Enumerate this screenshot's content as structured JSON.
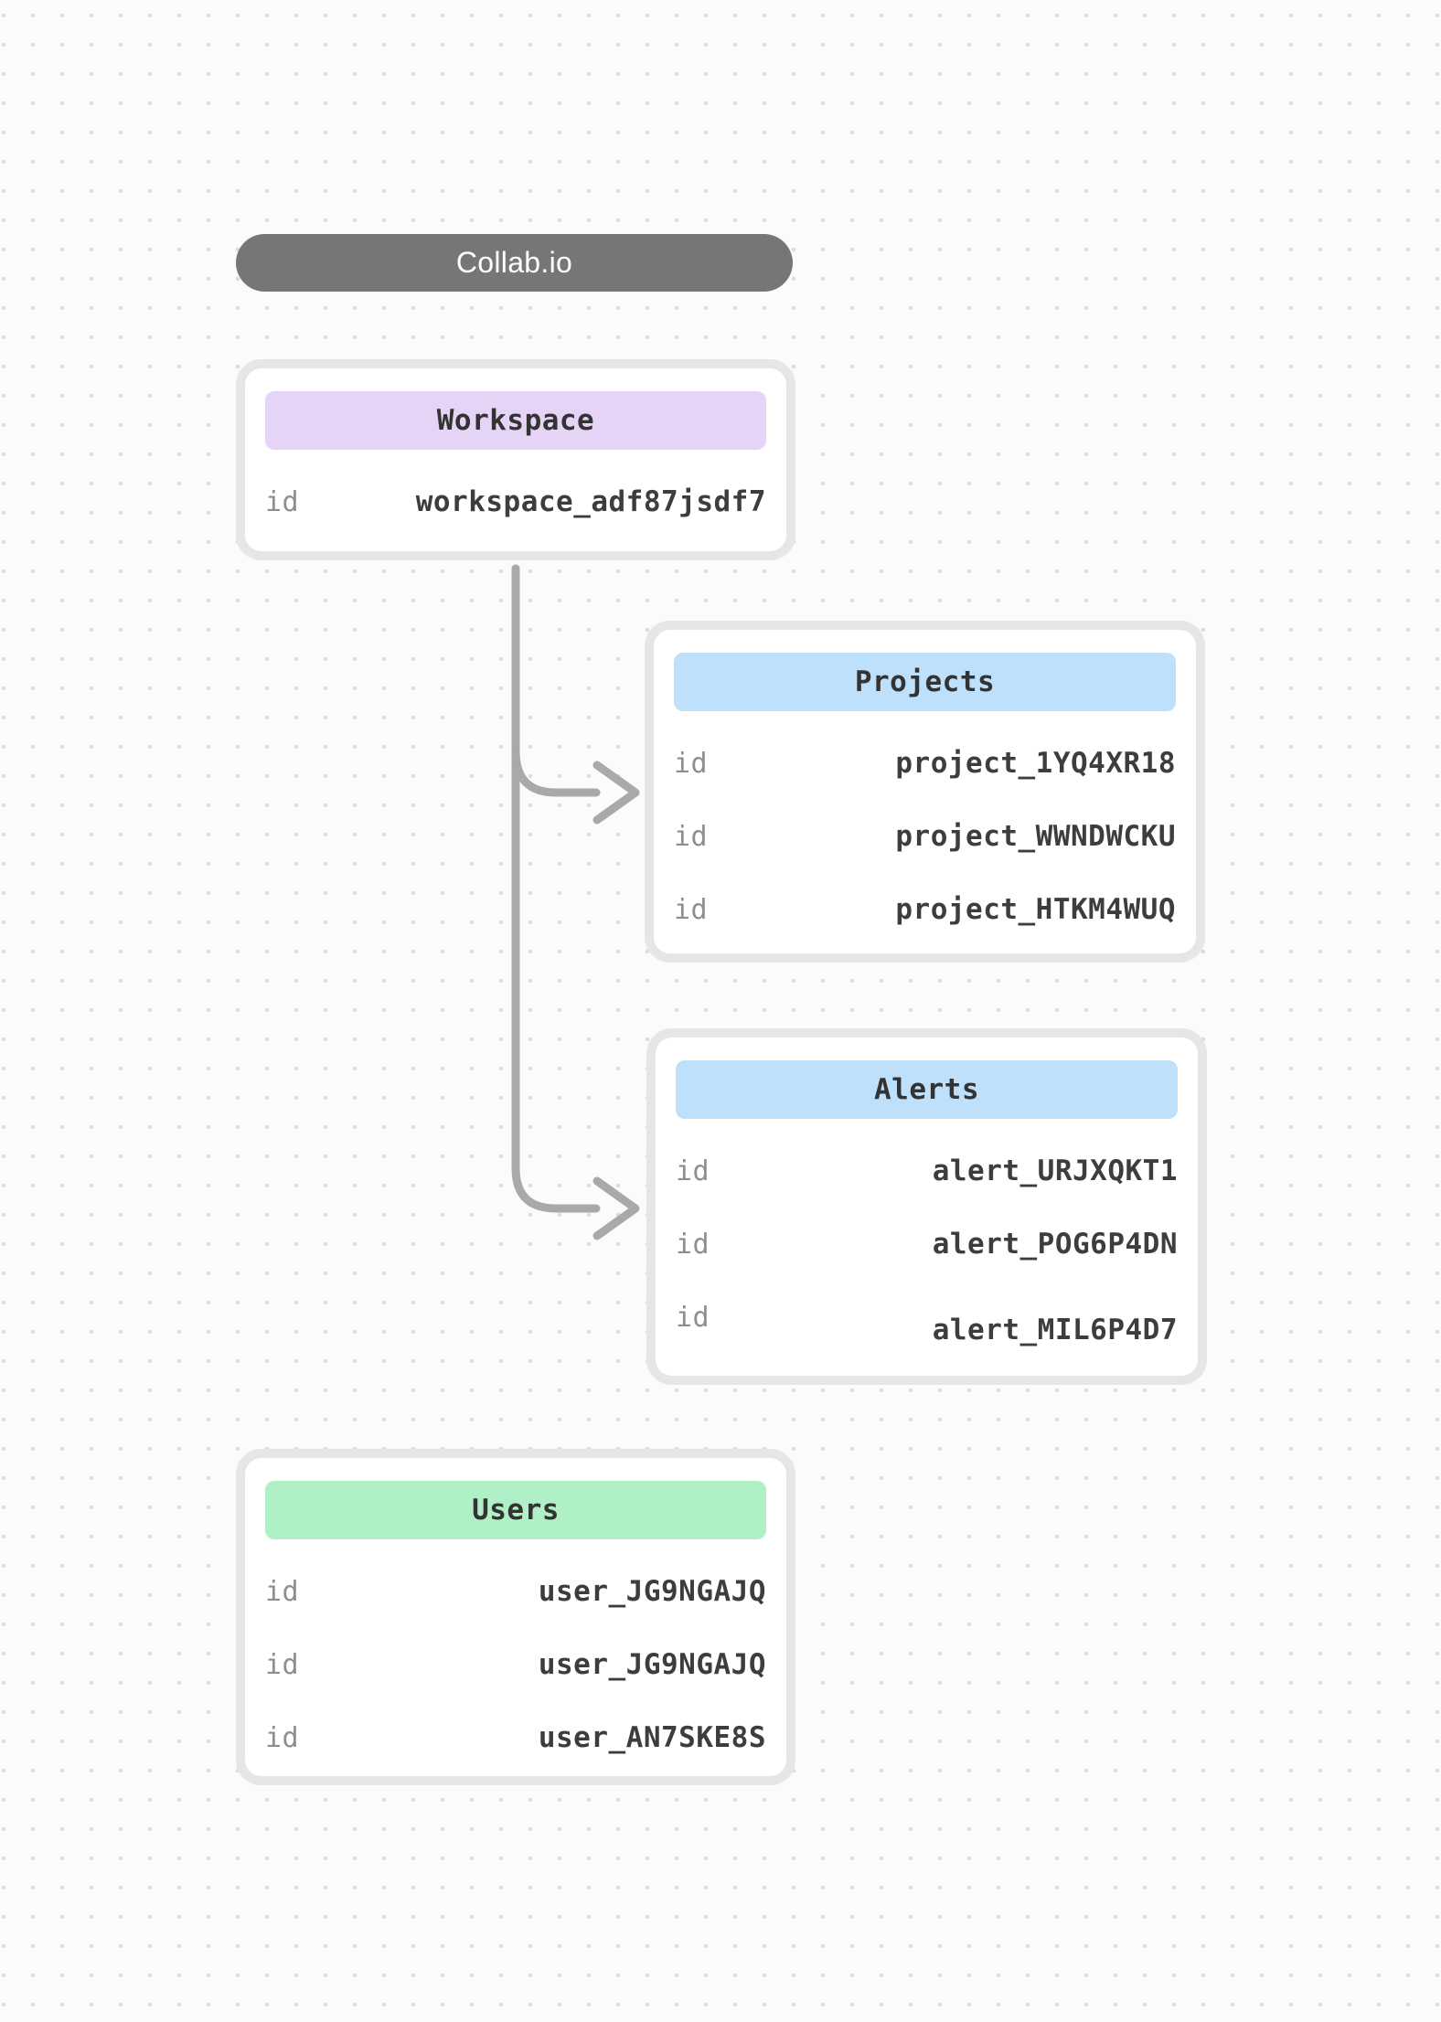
{
  "app": {
    "title": "Collab.io"
  },
  "theme": {
    "background": "#fbfbfb",
    "dot_grid_color": "#dcdcdc",
    "pill_bg": "#767676",
    "pill_text": "#ffffff",
    "card_border": "#e6e6e6",
    "card_bg": "#ffffff",
    "connector_color": "#a9a9a9",
    "label_color": "#8e8e8e",
    "value_color": "#3d3d3d",
    "purple_header": "#e5d4f6",
    "blue_header": "#bee0fa",
    "green_header": "#aff0c6"
  },
  "cards": {
    "workspace": {
      "title": "Workspace",
      "header_color": "#e5d4f6",
      "rows": [
        {
          "label": "id",
          "value": "workspace_adf87jsdf7"
        }
      ]
    },
    "projects": {
      "title": "Projects",
      "header_color": "#bee0fa",
      "rows": [
        {
          "label": "id",
          "value": "project_1YQ4XR18"
        },
        {
          "label": "id",
          "value": "project_WWNDWCKU"
        },
        {
          "label": "id",
          "value": "project_HTKM4WUQ"
        }
      ]
    },
    "alerts": {
      "title": "Alerts",
      "header_color": "#bee0fa",
      "rows": [
        {
          "label": "id",
          "value": "alert_URJXQKT1"
        },
        {
          "label": "id",
          "value": "alert_POG6P4DN"
        },
        {
          "label": "id",
          "value": "alert_MIL6P4D7"
        }
      ]
    },
    "users": {
      "title": "Users",
      "header_color": "#aff0c6",
      "rows": [
        {
          "label": "id",
          "value": "user_JG9NGAJQ"
        },
        {
          "label": "id",
          "value": "user_JG9NGAJQ"
        },
        {
          "label": "id",
          "value": "user_AN7SKE8S"
        }
      ]
    }
  },
  "connections": [
    {
      "from": "workspace",
      "to": "projects"
    },
    {
      "from": "workspace",
      "to": "alerts"
    }
  ]
}
